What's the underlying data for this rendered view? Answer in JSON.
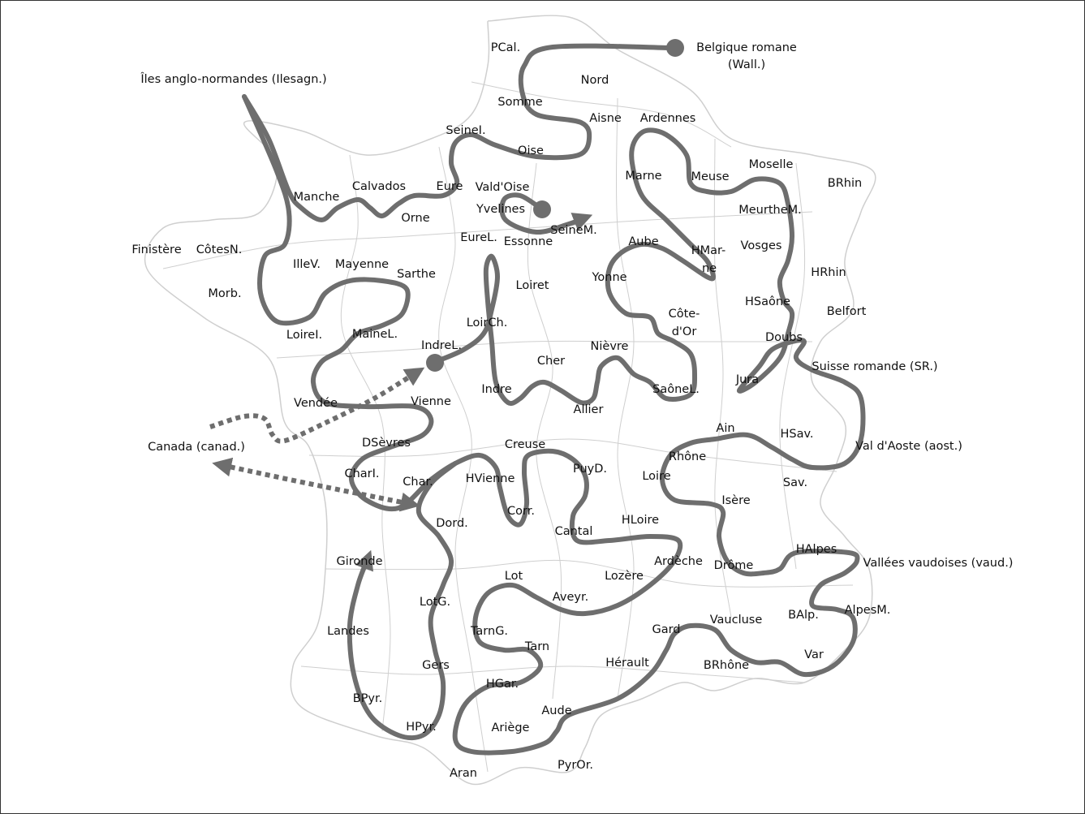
{
  "map": {
    "colors": {
      "route": "#6e6e6e",
      "boundaries": "#cfcfcf",
      "text": "#111111"
    },
    "external_varieties": [
      "Belgique romane",
      "(Wall.)",
      "Îles anglo-normandes (Ilesagn.)",
      "Suisse romande (SR.)",
      "Val d'Aoste (aost.)",
      "Canada (canad.)",
      "Vallées vaudoises (vaud.)"
    ],
    "departments": [
      "PCal.",
      "Nord",
      "Somme",
      "Aisne",
      "Ardennes",
      "SeineI.",
      "Oise",
      "Moselle",
      "Marne",
      "Meuse",
      "BRhin",
      "Manche",
      "Calvados",
      "Eure",
      "Vald'Oise",
      "Yvelines",
      "Orne",
      "MeurtheM.",
      "SeineM.",
      "EureL.",
      "Essonne",
      "Finistère",
      "CôtesN.",
      "Aube",
      "HMar-",
      "ne",
      "Vosges",
      "IlleV.",
      "Mayenne",
      "Sarthe",
      "HRhin",
      "Yonne",
      "Loiret",
      "Morb.",
      "HSaône",
      "Côte-",
      "d'Or",
      "Belfort",
      "LoirCh.",
      "LoireI.",
      "MaineL.",
      "Doubs",
      "IndreL.",
      "Nièvre",
      "Cher",
      "Jura",
      "Indre",
      "SaôneL.",
      "Vendée",
      "Vienne",
      "Allier",
      "Ain",
      "HSav.",
      "DSèvres",
      "Creuse",
      "Rhône",
      "PuyD.",
      "Loire",
      "HVienne",
      "CharI.",
      "Char.",
      "Sav.",
      "Isère",
      "Corr.",
      "Dord.",
      "HLoire",
      "Cantal",
      "HAlpes",
      "Ardèche",
      "Drôme",
      "Gironde",
      "Lot",
      "Lozère",
      "Aveyr.",
      "LotG.",
      "AlpesM.",
      "BAlp.",
      "Vaucluse",
      "Gard",
      "TarnG.",
      "Landes",
      "Tarn",
      "Var",
      "Hérault",
      "Gers",
      "BRhône",
      "HGar.",
      "Aude",
      "BPyr.",
      "Ariège",
      "HPyr.",
      "PyrOr.",
      "Aran"
    ]
  }
}
